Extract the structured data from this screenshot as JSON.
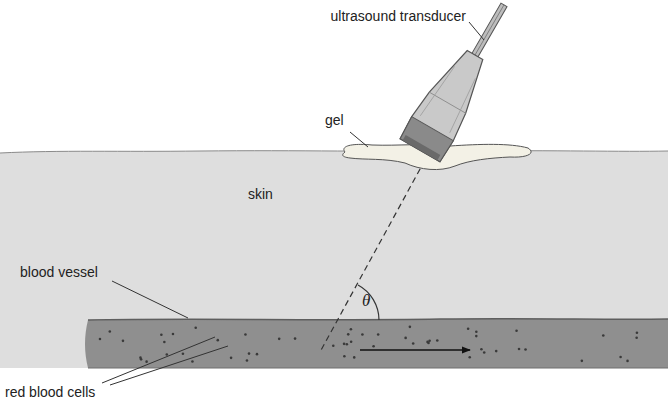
{
  "diagram": {
    "nodes": [
      {
        "text": [
          "skin"
        ]
      }
    ],
    "labels": [
      "ultrasound transducer",
      "gel",
      "blood vessel",
      "red blood cells",
      "θ"
    ]
  }
}
